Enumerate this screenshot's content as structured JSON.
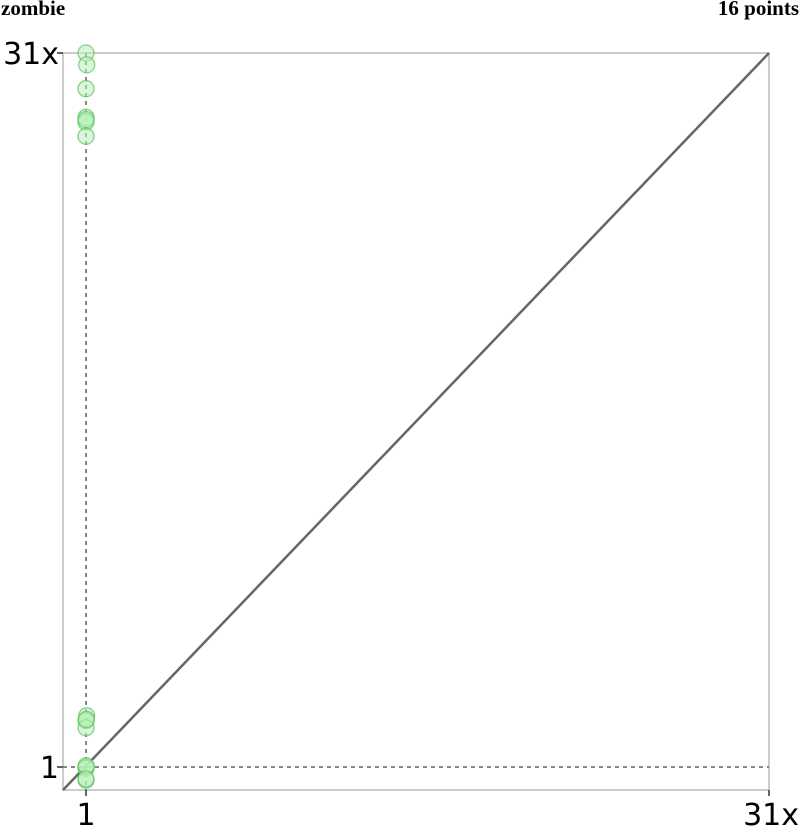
{
  "chart_data": {
    "type": "scatter",
    "title_left": "zombie",
    "title_right": "16 points",
    "x_ticks": [
      "1",
      "31x"
    ],
    "y_ticks": [
      "1",
      "31x"
    ],
    "x_range": [
      0.95,
      31
    ],
    "y_range": [
      0.95,
      31
    ],
    "grid": false,
    "diagonal": true,
    "reference_lines": {
      "x": 1,
      "y": 1
    },
    "colors": {
      "point_fill": "#b8f0b8",
      "point_stroke": "#5cbf5c",
      "diagonal": "#666666",
      "reference": "#888888",
      "frame": "#bbbbbb"
    },
    "points": [
      {
        "x": 1.0,
        "y": 31.0
      },
      {
        "x": 1.03,
        "y": 30.5
      },
      {
        "x": 1.0,
        "y": 29.5
      },
      {
        "x": 1.0,
        "y": 28.3
      },
      {
        "x": 1.0,
        "y": 28.1
      },
      {
        "x": 1.0,
        "y": 27.5
      },
      {
        "x": 1.03,
        "y": 3.15
      },
      {
        "x": 1.0,
        "y": 2.95
      },
      {
        "x": 1.0,
        "y": 2.65
      },
      {
        "x": 1.0,
        "y": 1.0
      },
      {
        "x": 1.0,
        "y": 0.95
      },
      {
        "x": 1.0,
        "y": 0.45
      },
      {
        "x": 1.02,
        "y": 3.0
      },
      {
        "x": 1.0,
        "y": 28.2
      },
      {
        "x": 1.01,
        "y": 1.05
      },
      {
        "x": 1.0,
        "y": 0.5
      }
    ]
  }
}
